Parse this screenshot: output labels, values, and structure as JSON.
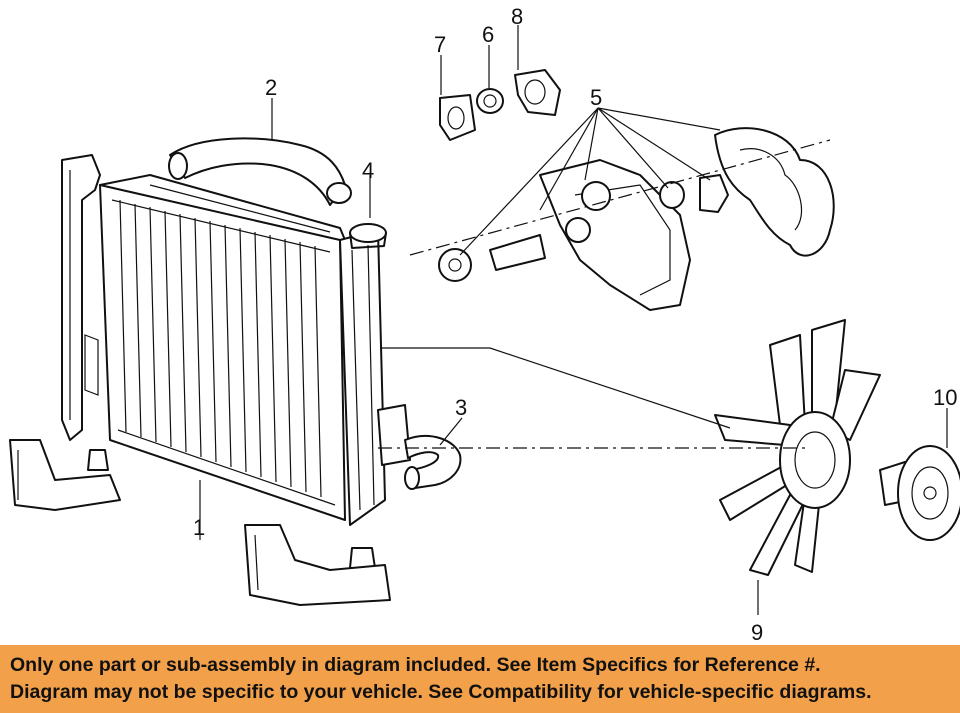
{
  "callouts": {
    "c1": "1",
    "c2": "2",
    "c3": "3",
    "c4": "4",
    "c5": "5",
    "c6": "6",
    "c7": "7",
    "c8": "8",
    "c9": "9",
    "c10": "10"
  },
  "banner": {
    "line1": "Only one part or sub-assembly in diagram included. See Item Specifics for Reference #.",
    "line2": "Diagram may not be specific to your vehicle. See Compatibility for vehicle-specific diagrams."
  },
  "colors": {
    "banner_bg": "#F2A04A",
    "ink": "#111111"
  }
}
